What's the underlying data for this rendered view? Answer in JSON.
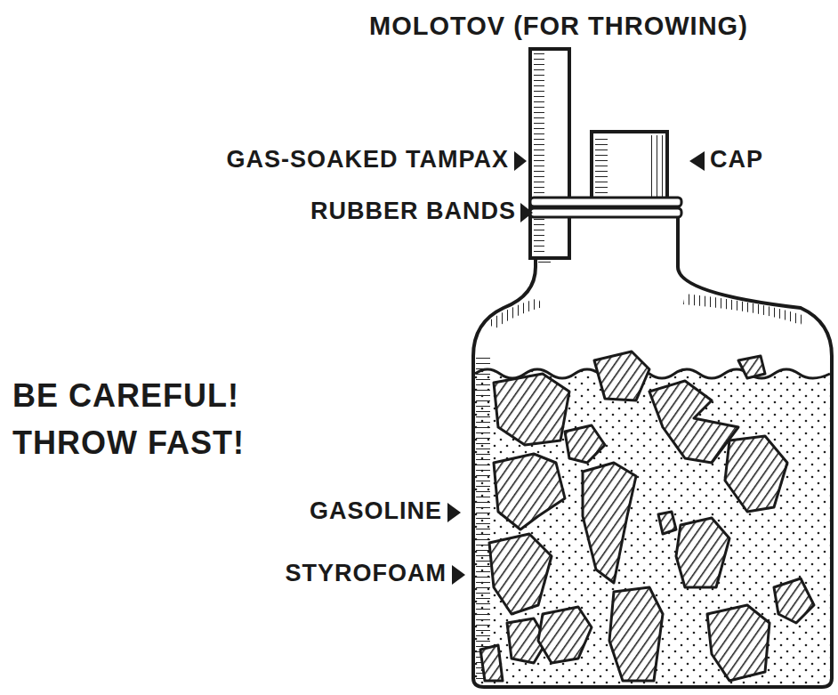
{
  "diagram": {
    "title": "MOLOTOV (FOR THROWING)",
    "labels": [
      "GAS-SOAKED TAMPAX",
      "CAP",
      "RUBBER BANDS",
      "BE CAREFUL!",
      "THROW FAST!",
      "GASOLINE",
      "STYROFOAM"
    ]
  }
}
